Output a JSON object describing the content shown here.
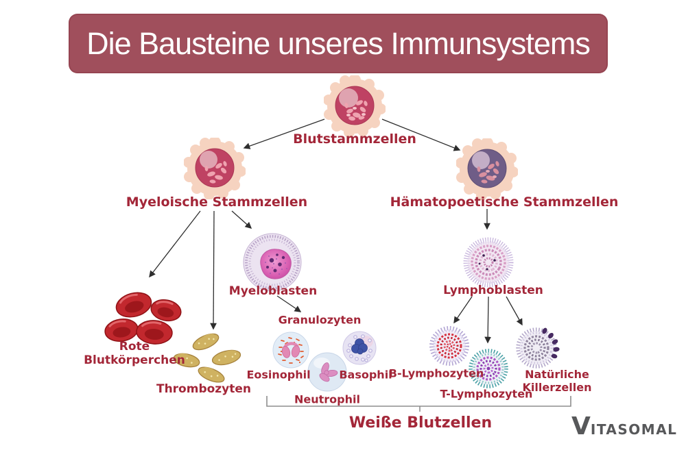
{
  "title": "Die Bausteine unseres Immunsystems",
  "nodes": {
    "blutstammzellen": "Blutstammzellen",
    "myeloische_stammzellen": "Myeloische Stammzellen",
    "haematopoetische_stammzellen": "Hämatopoetische Stammzellen",
    "rote_blutkoerperchen": "Rote Blutkörperchen",
    "thrombozyten": "Thrombozyten",
    "myeloblasten": "Myeloblasten",
    "granulozyten": "Granulozyten",
    "eosinophil": "Eosinophil",
    "neutrophil": "Neutrophil",
    "basophil": "Basophil",
    "lymphoblasten": "Lymphoblasten",
    "b_lymphozyten": "B-Lymphozyten",
    "t_lymphozyten": "T-Lymphozyten",
    "natuerliche_killerzellen": "Natürliche Killerzellen"
  },
  "hierarchy": [
    {
      "from": "Blutstammzellen",
      "to": [
        "Myeloische Stammzellen",
        "Hämatopoetische Stammzellen"
      ]
    },
    {
      "from": "Myeloische Stammzellen",
      "to": [
        "Rote Blutkörperchen",
        "Thrombozyten",
        "Myeloblasten"
      ]
    },
    {
      "from": "Myeloblasten",
      "to": [
        "Granulozyten"
      ]
    },
    {
      "from": "Granulozyten",
      "group": [
        "Eosinophil",
        "Neutrophil",
        "Basophil"
      ]
    },
    {
      "from": "Hämatopoetische Stammzellen",
      "to": [
        "Lymphoblasten"
      ]
    },
    {
      "from": "Lymphoblasten",
      "to": [
        "B-Lymphozyten",
        "T-Lymphozyten",
        "Natürliche Killerzellen"
      ]
    }
  ],
  "bracket": {
    "label": "Weiße Blutzellen",
    "includes": [
      "Eosinophil",
      "Neutrophil",
      "Basophil",
      "B-Lymphozyten",
      "T-Lymphozyten",
      "Natürliche Killerzellen"
    ]
  },
  "logo": {
    "initial": "V",
    "rest": "ITASOMAL",
    "full": "Vitasomal"
  },
  "colors": {
    "background": "#ffffff",
    "banner_bg": "#a04f5c",
    "banner_text": "#ffffff",
    "label_text": "#a32638",
    "arrow": "#2e2e2e",
    "bracket": "#8d8d8d",
    "logo_text": "#57585a",
    "stem_cell_outer": "#f6d3c0",
    "stem_cell_inner": "#bf4263",
    "haematopoetic_inner": "#6f5d87",
    "red_blood_cell": "#c2282e",
    "platelet": "#cfb261"
  }
}
